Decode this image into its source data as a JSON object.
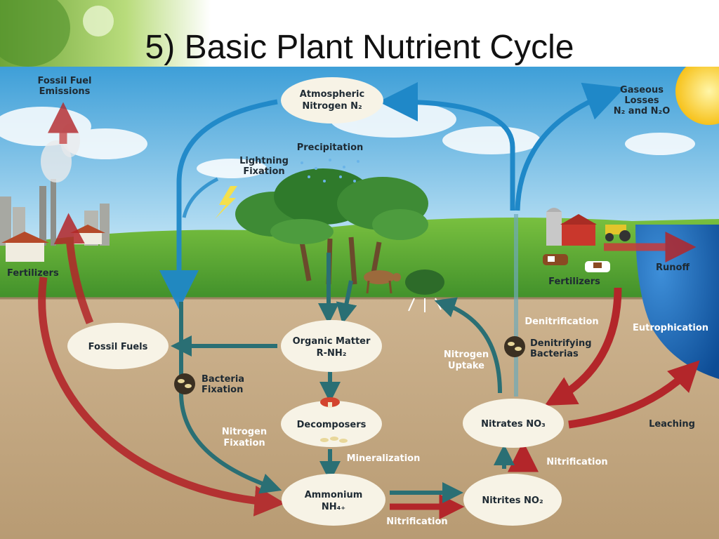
{
  "slide": {
    "title": "5) Basic Plant Nutrient Cycle"
  },
  "nodes": {
    "atmospheric": [
      "Atmospheric",
      "Nitrogen N₂"
    ],
    "organic_matter": [
      "Organic Matter",
      "R-NH₂"
    ],
    "decomposers": "Decomposers",
    "ammonium": [
      "Ammonium",
      "NH₄₊"
    ],
    "nitrites": "Nitrites NO₂",
    "nitrates": "Nitrates NO₃",
    "fossil_fuels": "Fossil Fuels"
  },
  "labels": {
    "fossil_fuel_emissions": [
      "Fossil Fuel",
      "Emissions"
    ],
    "gaseous_losses": [
      "Gaseous",
      "Losses",
      "N₂ and N₂O"
    ],
    "precipitation": "Precipitation",
    "lightning_fixation": [
      "Lightning",
      "Fixation"
    ],
    "fertilizers_left": "Fertilizers",
    "fertilizers_right": "Fertilizers",
    "runoff": "Runoff",
    "denitrification": "Denitrification",
    "denitrifying_bacterias": [
      "Denitrifying",
      "Bacterias"
    ],
    "eutrophication": "Eutrophication",
    "nitrogen_uptake": [
      "Nitrogen",
      "Uptake"
    ],
    "bacteria_fixation": [
      "Bacteria",
      "Fixation"
    ],
    "nitrogen_fixation": [
      "Nitrogen",
      "Fixation"
    ],
    "mineralization": "Mineralization",
    "nitrification_right": "Nitrification",
    "nitrification_bottom": "Nitrification",
    "leaching": "Leaching"
  }
}
